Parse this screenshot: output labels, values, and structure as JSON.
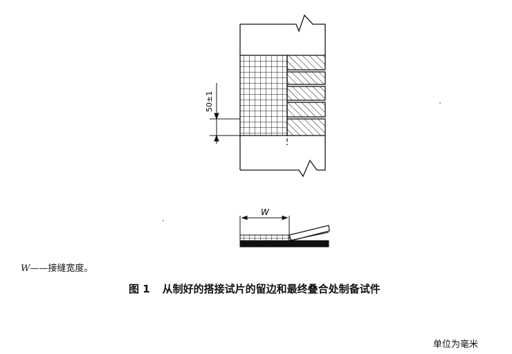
{
  "figure": {
    "dimension_label": "50±1",
    "width_symbol": "W",
    "legend": {
      "symbol": "W",
      "separator": "——",
      "text": "接缝宽度。"
    },
    "caption": {
      "number": "图 1",
      "title": "从制好的搭接试片的留边和最终叠合处制备试件"
    },
    "unit_note": "单位为毫米"
  }
}
